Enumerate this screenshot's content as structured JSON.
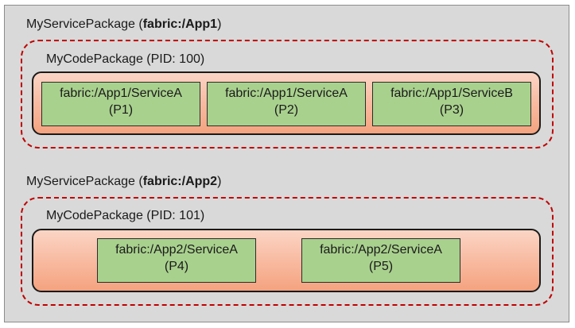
{
  "packages": [
    {
      "title_prefix": "MyServicePackage (",
      "app": "fabric:/App1",
      "title_suffix": ")",
      "code_package": "MyCodePackage (PID: 100)",
      "replicas": [
        {
          "service": "fabric:/App1/ServiceA",
          "partition": "(P1)"
        },
        {
          "service": "fabric:/App1/ServiceA",
          "partition": "(P2)"
        },
        {
          "service": "fabric:/App1/ServiceB",
          "partition": "(P3)"
        }
      ]
    },
    {
      "title_prefix": "MyServicePackage (",
      "app": "fabric:/App2",
      "title_suffix": ")",
      "code_package": "MyCodePackage (PID: 101)",
      "replicas": [
        {
          "service": "fabric:/App2/ServiceA",
          "partition": "(P4)"
        },
        {
          "service": "fabric:/App2/ServiceA",
          "partition": "(P5)"
        }
      ]
    }
  ],
  "colors": {
    "background": "#d9d9d9",
    "code_package_border": "#c00000",
    "process_host_fill": "#f8b89e",
    "replica_fill": "#a9d18e"
  }
}
